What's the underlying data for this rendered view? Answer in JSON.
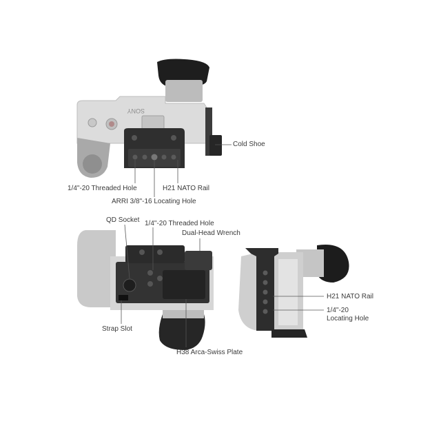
{
  "colors": {
    "camera_body": "#d9d9d9",
    "camera_dark": "#9a9a9a",
    "cage_black": "#2e2e2e",
    "cage_mid": "#4a4a4a",
    "leader_line": "#555555",
    "label_text": "#3a3a3a",
    "background": "#ffffff"
  },
  "camera_branding": {
    "top_view_logo": "SONY"
  },
  "top_view": {
    "labels": {
      "cold_shoe": "Cold Shoe",
      "threaded_hole": "1/4\"-20 Threaded Hole",
      "nato_rail": "H21 NATO Rail",
      "arri_hole": "ARRI 3/8\"-16 Locating Hole"
    }
  },
  "bottom_view": {
    "labels": {
      "qd_socket": "QD Socket",
      "threaded_hole": "1/4\"-20 Threaded Hole",
      "wrench": "Dual-Head Wrench",
      "strap_slot": "Strap Slot",
      "arca_plate": "H38 Arca-Swiss Plate"
    }
  },
  "side_view": {
    "labels": {
      "nato_rail": "H21 NATO Rail",
      "locating_hole_line1": "1/4\"-20",
      "locating_hole_line2": "Locating Hole"
    }
  },
  "icons": [
    "camera-top-view-illustration",
    "camera-bottom-view-illustration",
    "camera-side-view-illustration"
  ]
}
